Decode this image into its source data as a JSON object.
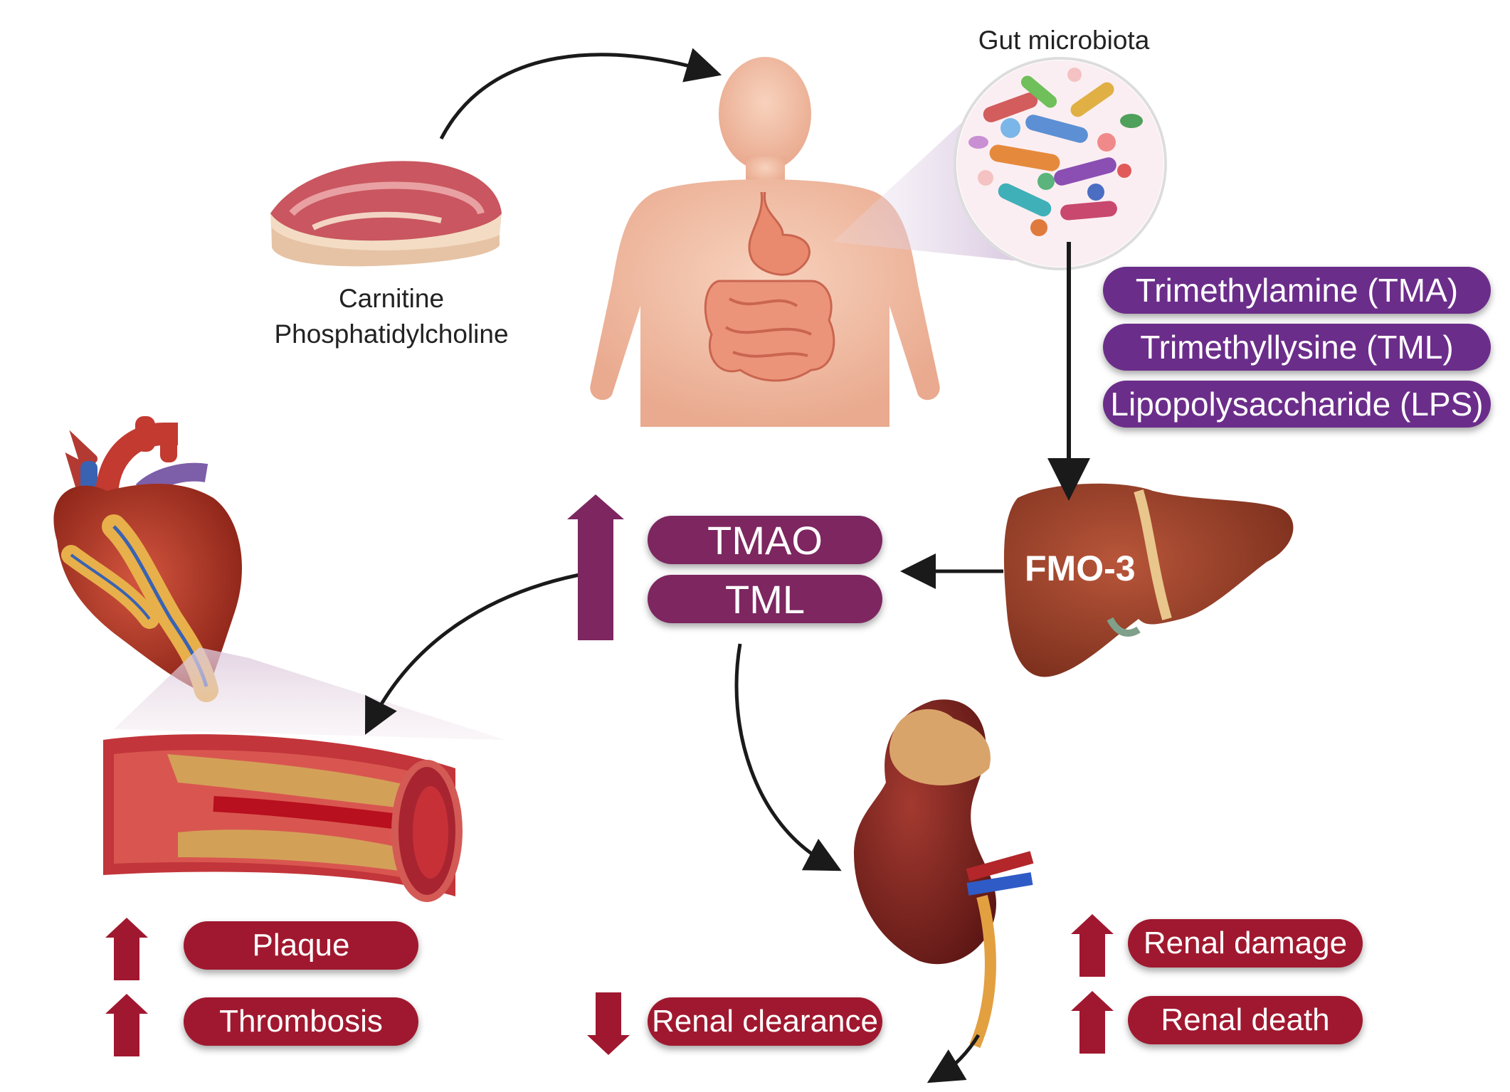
{
  "labels": {
    "gut_microbiota": "Gut microbiota",
    "carnitine": "Carnitine",
    "phosphatidylcholine": "Phosphatidylcholine",
    "fmo3": "FMO-3"
  },
  "metabolites": [
    "Trimethylamine (TMA)",
    "Trimethyllysine (TML)",
    "Lipopolysaccharide (LPS)"
  ],
  "circulating": [
    "TMAO",
    "TML"
  ],
  "cardio_outcomes": [
    "Plaque",
    "Thrombosis"
  ],
  "renal_clearance": "Renal clearance",
  "renal_outcomes": [
    "Renal damage",
    "Renal death"
  ],
  "colors": {
    "metabolite_pill": "#6b2d8a",
    "tmao_pill": "#7d2660",
    "outcome_pill": "#a0182f",
    "arrow": "#1a1a1a"
  }
}
